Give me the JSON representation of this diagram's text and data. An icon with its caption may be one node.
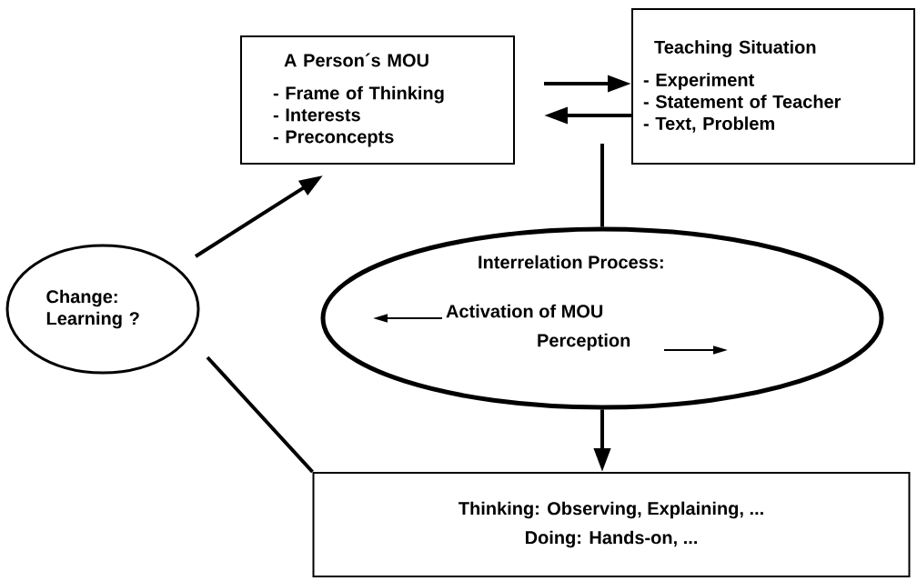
{
  "diagram": {
    "nodes": [
      {
        "text": [
          "A Person´s MOU",
          "- Frame of Thinking",
          "- Interests",
          "- Preconcepts"
        ]
      },
      {
        "text": [
          "Teaching Situation",
          "- Experiment",
          "- Statement of Teacher",
          "- Text, Problem"
        ]
      },
      {
        "text": [
          "Interrelation Process:",
          "Activation of MOU",
          "Perception"
        ]
      },
      {
        "text": [
          "Change: Learning ?"
        ]
      },
      {
        "text": [
          "Thinking: Observing, Explaining, ...",
          "Doing: Hands-on, ..."
        ]
      }
    ],
    "edges": [
      {
        "from": 0,
        "to": 1,
        "arrow": "to"
      },
      {
        "from": 1,
        "to": 0,
        "arrow": "to"
      },
      {
        "from": null,
        "to": 2,
        "arrow": "none"
      },
      {
        "from": 2,
        "to": 4,
        "arrow": "to"
      },
      {
        "from": 3,
        "to": 0,
        "arrow": "to"
      },
      {
        "from": 3,
        "to": 4,
        "arrow": "none"
      }
    ]
  }
}
